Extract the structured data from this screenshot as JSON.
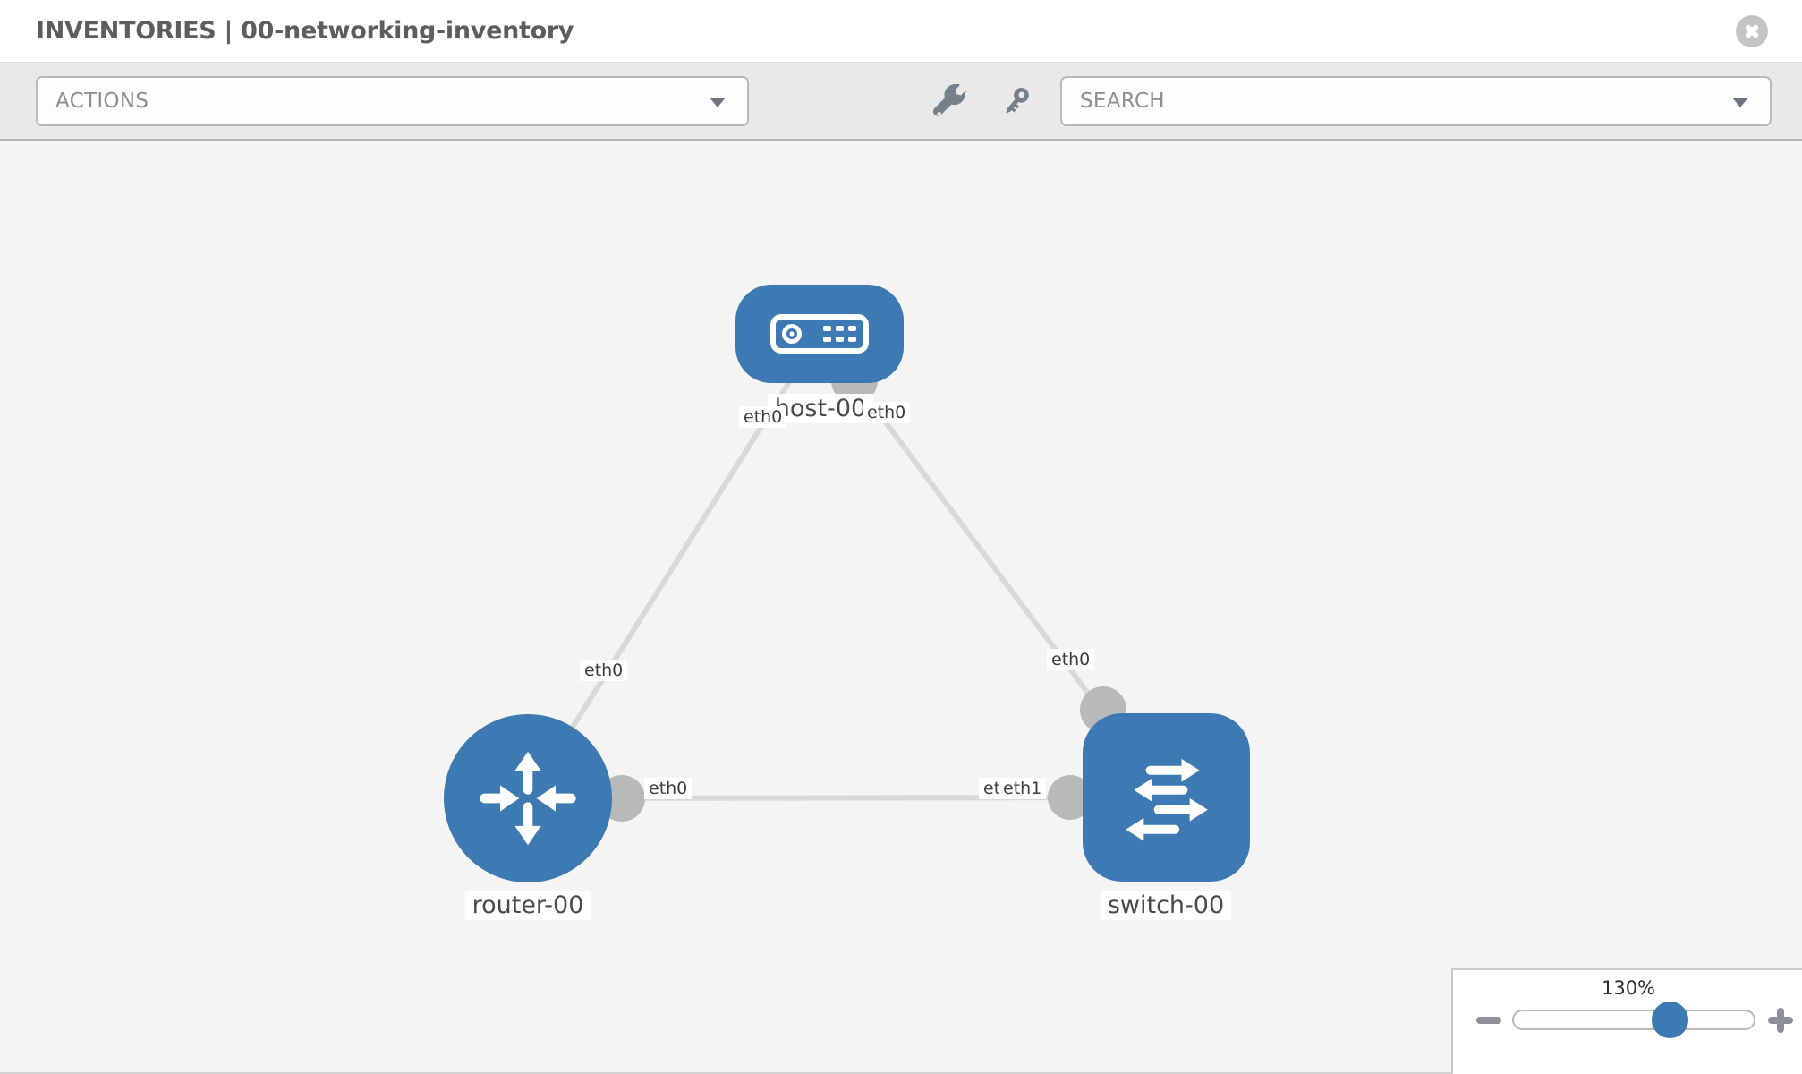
{
  "header": {
    "title": "INVENTORIES | 00-networking-inventory"
  },
  "toolbar": {
    "actions_label": "ACTIONS",
    "search_placeholder": "SEARCH"
  },
  "topology": {
    "nodes": [
      {
        "id": "host-00",
        "label": "host-00",
        "type": "host",
        "shape": "rounded-rect"
      },
      {
        "id": "router-00",
        "label": "router-00",
        "type": "router",
        "shape": "circle"
      },
      {
        "id": "switch-00",
        "label": "switch-00",
        "type": "switch",
        "shape": "rounded-square"
      }
    ],
    "links": [
      {
        "from": "host-00",
        "from_interface": "eth0",
        "to": "router-00",
        "to_interface": "eth0"
      },
      {
        "from": "host-00",
        "from_interface": "eth0",
        "to": "switch-00",
        "to_interface": "eth0"
      },
      {
        "from": "router-00",
        "from_interface": "eth0",
        "to": "switch-00",
        "to_interface": "eth1"
      }
    ],
    "overlapped_label": "eth0"
  },
  "zoom_control": {
    "value": "130%"
  },
  "colors": {
    "node_blue": "#3d7ab3",
    "link_gray": "#d9d9d9",
    "connector_gray": "#b9b9b9",
    "canvas_bg": "#f4f4f4"
  }
}
